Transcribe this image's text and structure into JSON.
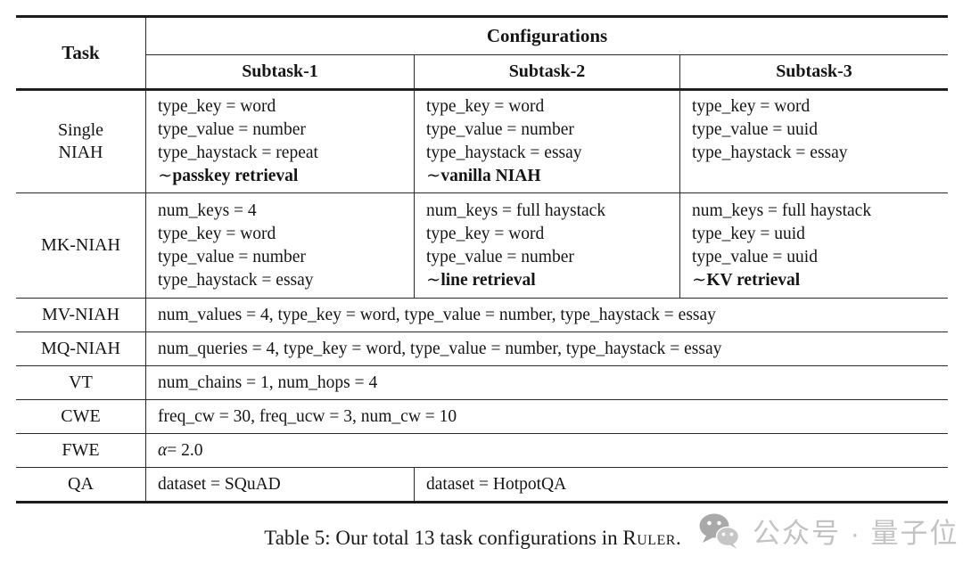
{
  "table": {
    "header": {
      "task": "Task",
      "configurations": "Configurations",
      "subtask1": "Subtask-1",
      "subtask2": "Subtask-2",
      "subtask3": "Subtask-3"
    },
    "rows": [
      {
        "task_line1": "Single",
        "task_line2": "NIAH",
        "s1": {
          "l1": "type_key = word",
          "l2": "type_value = number",
          "l3": "type_haystack = repeat",
          "tilde": "∼",
          "alias": "passkey retrieval"
        },
        "s2": {
          "l1": "type_key = word",
          "l2": "type_value = number",
          "l3": "type_haystack = essay",
          "tilde": "∼",
          "alias": "vanilla NIAH"
        },
        "s3": {
          "l1": "type_key = word",
          "l2": "type_value = uuid",
          "l3": "type_haystack = essay"
        }
      },
      {
        "task": "MK-NIAH",
        "s1": {
          "l1": "num_keys = 4",
          "l2": "type_key = word",
          "l3": "type_value = number",
          "l4": "type_haystack = essay"
        },
        "s2": {
          "l1": "num_keys = full haystack",
          "l2": "type_key = word",
          "l3": "type_value = number",
          "tilde": "∼",
          "alias": "line retrieval"
        },
        "s3": {
          "l1": "num_keys = full haystack",
          "l2": "type_key = uuid",
          "l3": "type_value = uuid",
          "tilde": "∼",
          "alias": "KV retrieval"
        }
      },
      {
        "task": "MV-NIAH",
        "span": "num_values = 4, type_key = word, type_value = number, type_haystack = essay"
      },
      {
        "task": "MQ-NIAH",
        "span": "num_queries = 4, type_key = word, type_value = number, type_haystack = essay"
      },
      {
        "task": "VT",
        "span": "num_chains = 1, num_hops = 4"
      },
      {
        "task": "CWE",
        "span": "freq_cw = 30, freq_ucw = 3, num_cw = 10"
      },
      {
        "task": "FWE",
        "alpha": "α",
        "span": " = 2.0"
      },
      {
        "task": "QA",
        "s1": "dataset = SQuAD",
        "s2": "dataset = HotpotQA"
      }
    ]
  },
  "caption": {
    "before": "Table 5: Our total 13 task configurations in ",
    "ruler": "Ruler",
    "after": "."
  },
  "watermark": {
    "icon": "wechat-icon",
    "label": "公众号 · 量子位",
    "text_color": "#c3c3c3",
    "icon_back_color": "#a9a9a9",
    "icon_front_color": "#c6c6c6"
  }
}
